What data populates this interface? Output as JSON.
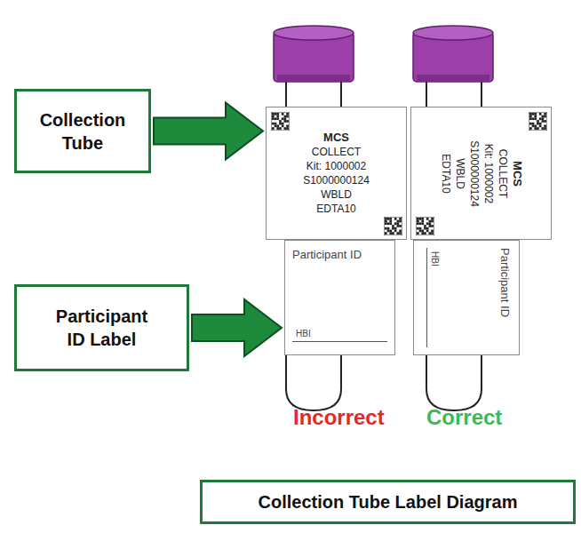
{
  "diagram": {
    "caption": "Collection Tube Label Diagram",
    "nodes": [
      {
        "text": [
          "Collection Tube"
        ]
      },
      {
        "text": [
          "Participant ID Label"
        ]
      },
      {
        "text": [
          "MCS",
          "COLLECT",
          "Kit: 1000002",
          "S1000000124",
          "WBLD",
          "EDTA10"
        ]
      },
      {
        "text": [
          "Participant ID",
          "HBI"
        ]
      },
      {
        "text": [
          "MCS",
          "COLLECT",
          "Kit: 1000002",
          "S1000000124",
          "WBLD",
          "EDTA10"
        ]
      },
      {
        "text": [
          "Participant ID",
          "HBI"
        ]
      }
    ],
    "edges": [
      {
        "from": 0,
        "to": 2,
        "arrow": "to"
      },
      {
        "from": 1,
        "to": 3,
        "arrow": "to"
      }
    ],
    "labels": [
      "Incorrect",
      "Correct"
    ]
  }
}
